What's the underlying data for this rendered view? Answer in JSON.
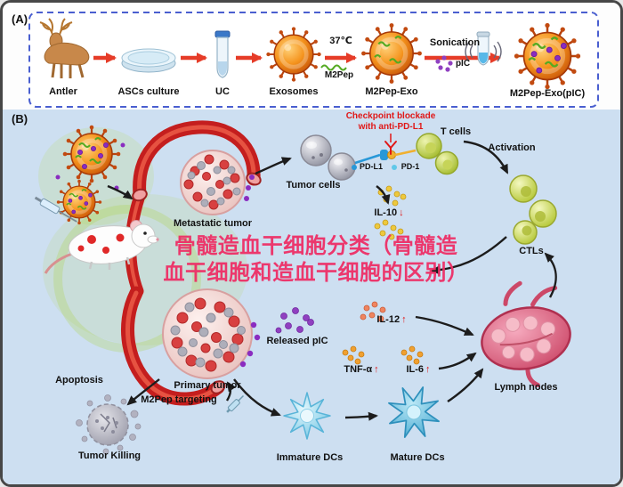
{
  "colors": {
    "panel_b_bg": "#cddff1",
    "panel_a_border": "#4a5fd0",
    "vessel_red": "#c41e1e",
    "exosome_orange": "#f5941e",
    "pic_purple": "#8a2cc0",
    "m2pep_green": "#55aa22",
    "watermark_pink": "#ee2f66",
    "checkpoint_red": "#e01818",
    "workflow_arrow_red": "#e63c28",
    "flow_arrow_black": "#1c1c1c"
  },
  "panel_a": {
    "tag": "(A)",
    "steps": [
      "Antler",
      "ASCs culture",
      "UC",
      "Exosomes",
      "M2Pep-Exo",
      "M2Pep-Exo(pIC)"
    ],
    "temperature": "37℃",
    "m2pep": "M2Pep",
    "sonication": "Sonication",
    "pic": "pIC"
  },
  "panel_b": {
    "tag": "(B)",
    "checkpoint_line1": "Checkpoint blockade",
    "checkpoint_line2": "with anti-PD-L1",
    "t_cells": "T cells",
    "tumor_cells": "Tumor cells",
    "pd_l1": "PD-L1",
    "pd_1": "PD-1",
    "activation": "Activation",
    "metastatic_tumor": "Metastatic tumor",
    "il10": "IL-10",
    "il10_arrow": "↓",
    "ctls": "CTLs",
    "il12": "IL-12",
    "il12_arrow": "↑",
    "released_pic": "Released pIC",
    "tnf_alpha": "TNF-α",
    "tnf_alpha_arrow": "↑",
    "il6": "IL-6",
    "il6_arrow": "↑",
    "lymph_nodes": "Lymph nodes",
    "apoptosis": "Apoptosis",
    "primary_tumor": "Primary tumor",
    "m2pep_targeting": "M2Pep targeting",
    "tumor_killing": "Tumor Killing",
    "immature_dcs": "Immature DCs",
    "mature_dcs": "Mature DCs",
    "watermark_line1": "骨髓造血干细胞分类（骨髓造",
    "watermark_line2": "血干细胞和造血干细胞的区别）"
  }
}
